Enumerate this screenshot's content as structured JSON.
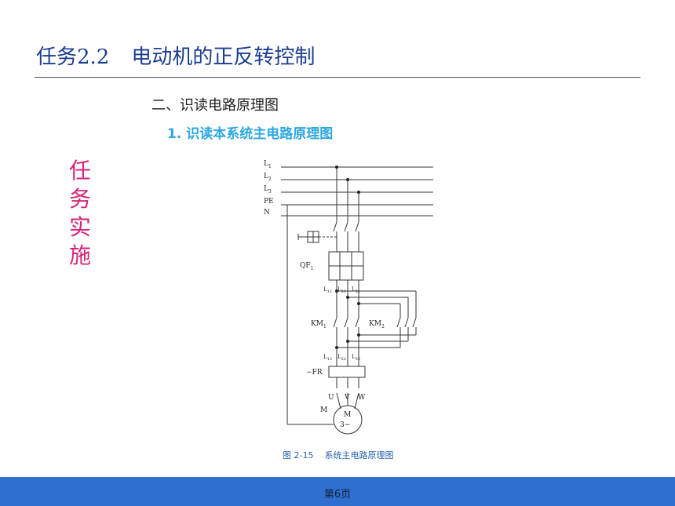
{
  "header": {
    "task_code": "任务2.2",
    "task_title": "电动机的正反转控制"
  },
  "section_heading": "二、识读电路原理图",
  "subsection_heading": "1. 识读本系统主电路原理图",
  "side_label": [
    "任",
    "务",
    "实",
    "施"
  ],
  "figure": {
    "caption_number": "图 2-15",
    "caption_text": "系统主电路原理图",
    "labels": {
      "bus_l1": "L",
      "bus_l1_sub": "1",
      "bus_l2": "L",
      "bus_l2_sub": "2",
      "bus_l3": "L",
      "bus_l3_sub": "3",
      "bus_pe": "PE",
      "bus_n": "N",
      "qf": "QF",
      "qf_sub": "1",
      "km1": "KM",
      "km1_sub": "1",
      "km2": "KM",
      "km2_sub": "2",
      "fr": "−FR",
      "l11": "L",
      "l11_sub": "11",
      "l21": "L",
      "l21_sub": "21",
      "l31": "L",
      "l31_sub": "31",
      "l12": "L",
      "l12_sub": "12",
      "l22": "L",
      "l22_sub": "22",
      "l32": "L",
      "l32_sub": "32",
      "u": "U",
      "v": "V",
      "w": "W",
      "motor_label": "M",
      "motor_m": "M",
      "motor_phase": "3∼"
    }
  },
  "footer": {
    "page_label": "第6页",
    "bar_color": "#2f6fd0"
  }
}
